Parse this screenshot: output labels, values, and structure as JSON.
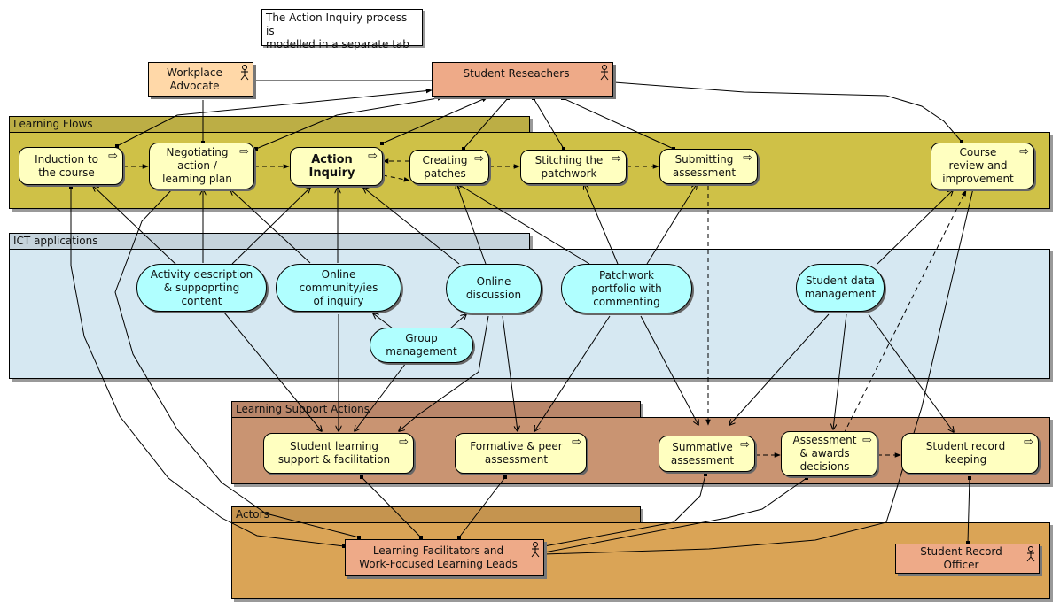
{
  "note": {
    "line1": "The Action Inquiry process is",
    "line2": "modelled in a separate tab"
  },
  "lanes": {
    "learning_flows": "Learning Flows",
    "ict_applications": "ICT applications",
    "learning_support_actions": "Learning Support Actions",
    "actors": "Actors"
  },
  "lane_colors": {
    "learning_flows": "#cfc147",
    "ict_applications": "#d6e8f2",
    "learning_support_actions": "#c99472",
    "actors": "#daa456"
  },
  "actors": {
    "workplace_advocate": [
      "Workplace",
      "Advocate"
    ],
    "student_researchers": [
      "Student Reseachers"
    ],
    "learning_facilitators": [
      "Learning Facilitators and",
      "Work-Focused Learning Leads"
    ],
    "student_record_officer": [
      "Student Record",
      "Officer"
    ]
  },
  "learning_flows": {
    "induction": [
      "Induction to",
      "the course"
    ],
    "negotiating": [
      "Negotiating",
      "action /",
      "learning plan"
    ],
    "action_inquiry": [
      "Action",
      "Inquiry"
    ],
    "creating_patches": [
      "Creating",
      "patches"
    ],
    "stitching": [
      "Stitching the",
      "patchwork"
    ],
    "submitting": [
      "Submitting",
      "assessment"
    ],
    "course_review": [
      "Course",
      "review and",
      "improvement"
    ]
  },
  "ict_applications": {
    "activity_description": [
      "Activity description",
      "& suppoprting",
      "content"
    ],
    "online_community": [
      "Online",
      "community/ies",
      "of inquiry"
    ],
    "online_discussion": [
      "Online",
      "discussion"
    ],
    "patchwork_portfolio": [
      "Patchwork",
      "portfolio with",
      "commenting"
    ],
    "student_data": [
      "Student data",
      "management"
    ],
    "group_management": [
      "Group",
      "management"
    ]
  },
  "support_actions": {
    "student_learning_support": [
      "Student learning",
      "support & facilitation"
    ],
    "formative_peer": [
      "Formative & peer",
      "assessment"
    ],
    "summative": [
      "Summative",
      "assessment"
    ],
    "assessment_awards": [
      "Assessment",
      "& awards",
      "decisions"
    ],
    "student_record_keeping": [
      "Student record",
      "keeping"
    ]
  },
  "icons": {
    "process_arrow": "⇨",
    "actor": "stick-figure"
  }
}
